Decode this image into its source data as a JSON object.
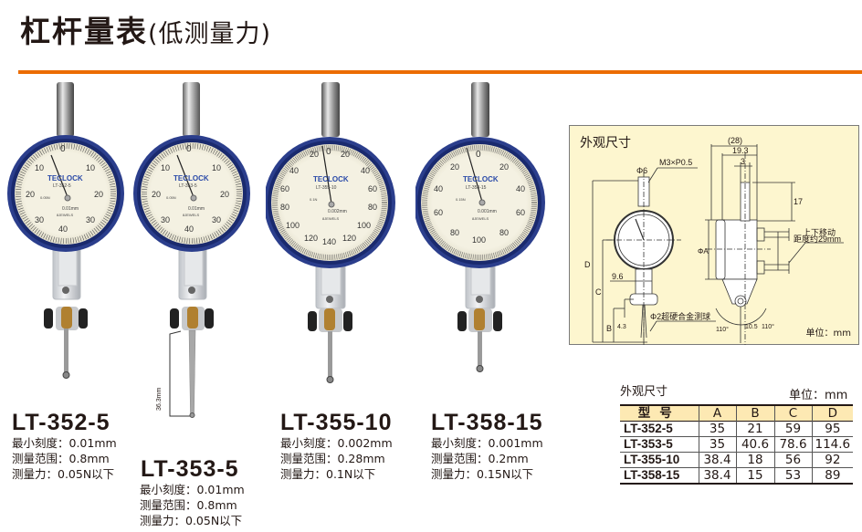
{
  "header": {
    "title": "杠杆量表",
    "subtitle": "(低测量力)",
    "accent_color": "#ec6c00"
  },
  "gauge_face": {
    "brand": "TECLOCK",
    "jewels": "8JEWELS",
    "origin": "MADE IN JAPAN"
  },
  "products": [
    {
      "model": "LT-352-5",
      "face_model": "LT-352-5",
      "face_force": "0.05N",
      "face_resolution": "0.01mm",
      "dial_numbers": [
        "0",
        "10",
        "10",
        "20",
        "20",
        "30",
        "30",
        "40"
      ],
      "spec": {
        "resolution": "最小刻度：0.01mm",
        "range": "测量范围：0.8mm",
        "force": "测量力：0.05N以下"
      }
    },
    {
      "model": "LT-353-5",
      "face_model": "LT-353-5",
      "face_force": "0.05N",
      "face_resolution": "0.01mm",
      "dial_numbers": [
        "0",
        "10",
        "10",
        "20",
        "20",
        "30",
        "30",
        "40"
      ],
      "stylus_length_label": "36.3mm",
      "spec": {
        "resolution": "最小刻度：0.01mm",
        "range": "测量范围：0.8mm",
        "force": "测量力：0.05N以下"
      }
    },
    {
      "model": "LT-355-10",
      "face_model": "LT-355-10",
      "face_force": "0.1N",
      "face_resolution": "0.002mm",
      "dial_numbers": [
        "0",
        "20",
        "20",
        "40",
        "40",
        "60",
        "60",
        "80",
        "80",
        "100",
        "100",
        "120",
        "120",
        "140"
      ],
      "spec": {
        "resolution": "最小刻度：0.002mm",
        "range": "测量范围：0.28mm",
        "force": "测量力：0.1N以下"
      }
    },
    {
      "model": "LT-358-15",
      "face_model": "LT-358-15",
      "face_force": "0.15N",
      "face_resolution": "0.001mm",
      "dial_numbers": [
        "0",
        "20",
        "20",
        "40",
        "40",
        "60",
        "60",
        "80",
        "80",
        "100"
      ],
      "spec": {
        "resolution": "最小刻度：0.001mm",
        "range": "测量范围：0.2mm",
        "force": "测量力：0.15N以下"
      }
    }
  ],
  "diagram": {
    "title": "外观尺寸",
    "unit": "单位：mm",
    "labels": {
      "phi6": "Φ6",
      "thread": "M3×P0.5",
      "d": "D",
      "c": "C",
      "b": "B",
      "dim_9_6": "9.6",
      "dim_4_3": "4.3",
      "ball": "Φ2超硬合金测球",
      "dim_28": "(28)",
      "dim_19_3": "19.3",
      "dim_3": "3",
      "dim_17": "17",
      "phia": "ΦA",
      "move_1": "上下移动",
      "move_2": "距度约29mm",
      "dim_10_5": "10.5",
      "angle_left": "110°",
      "angle_right": "110°"
    }
  },
  "dimension_table": {
    "caption": "外观尺寸",
    "unit": "单位：mm",
    "headers": [
      "型号",
      "A",
      "B",
      "C",
      "D"
    ],
    "rows": [
      [
        "LT-352-5",
        "35",
        "21",
        "59",
        "95"
      ],
      [
        "LT-353-5",
        "35",
        "40.6",
        "78.6",
        "114.6"
      ],
      [
        "LT-355-10",
        "38.4",
        "18",
        "56",
        "92"
      ],
      [
        "LT-358-15",
        "38.4",
        "15",
        "53",
        "89"
      ]
    ]
  }
}
